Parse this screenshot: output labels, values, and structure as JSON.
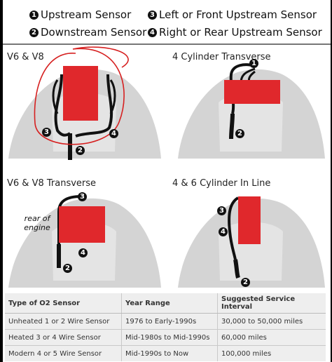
{
  "legend": [
    {
      "num": "1",
      "label": "Upstream Sensor"
    },
    {
      "num": "2",
      "label": "Downstream Sensor"
    },
    {
      "num": "3",
      "label": "Left or Front Upstream Sensor"
    },
    {
      "num": "4",
      "label": "Right or Rear Upstream Sensor"
    }
  ],
  "diagrams": {
    "v6v8": {
      "title": "V6 & V8"
    },
    "four_transverse": {
      "title": "4 Cylinder Transverse"
    },
    "v6v8_transverse": {
      "title": "V6 & V8 Transverse",
      "note": "rear of engine"
    },
    "inline": {
      "title": "4 & 6 Cylinder In Line"
    }
  },
  "markers": {
    "m1": "1",
    "m2": "2",
    "m3": "3",
    "m4": "4"
  },
  "table": {
    "headers": [
      "Type of O2 Sensor",
      "Year Range",
      "Suggested Service Interval"
    ],
    "rows": [
      [
        "Unheated 1 or 2 Wire Sensor",
        "1976 to Early-1990s",
        "30,000 to 50,000 miles"
      ],
      [
        "Heated 3 or 4 Wire Sensor",
        "Mid-1980s to Mid-1990s",
        "60,000 miles"
      ],
      [
        "Modern 4 or 5 Wire Sensor",
        "Mid-1990s to Now",
        "100,000 miles"
      ]
    ]
  },
  "colors": {
    "engine": "#e0282c",
    "pipe": "#111111",
    "silhouette": "#d4d4d4",
    "annotation": "#d62020"
  }
}
